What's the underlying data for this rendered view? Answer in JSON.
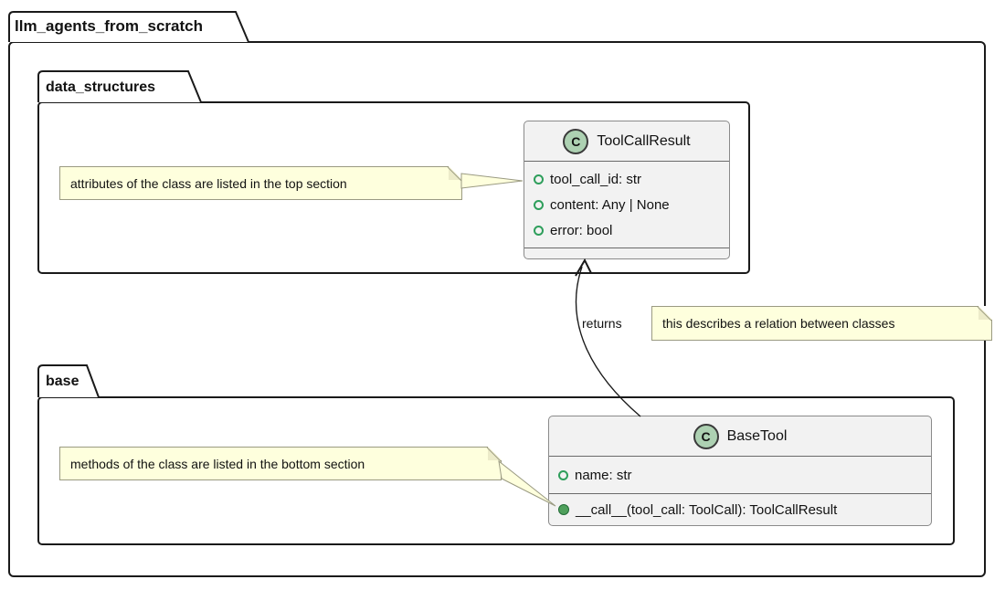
{
  "colors": {
    "package_border": "#1a1a1a",
    "class_border": "#8a8a8a",
    "class_fill": "#f2f2f2",
    "divider": "#6a6a6a",
    "badge_fill": "#add1b2",
    "badge_border": "#3a3a3a",
    "attr_dot": "#2e9e5b",
    "method_dot_fill": "#4fa05c",
    "method_dot_border": "#226b36",
    "note_fill": "#feffdd",
    "note_border": "#9a9a82",
    "note_fold": "#ecebc9",
    "line": "#1a1a1a",
    "text": "#121212"
  },
  "packages": {
    "root": {
      "label": "llm_agents_from_scratch"
    },
    "data_structures": {
      "label": "data_structures"
    },
    "base": {
      "label": "base"
    }
  },
  "classes": {
    "tool_call_result": {
      "badge": "C",
      "name": "ToolCallResult",
      "attributes": [
        "tool_call_id: str",
        "content: Any | None",
        "error: bool"
      ],
      "methods": []
    },
    "base_tool": {
      "badge": "C",
      "name": "BaseTool",
      "attributes": [
        "name: str"
      ],
      "methods": [
        "__call__(tool_call: ToolCall): ToolCallResult"
      ]
    }
  },
  "relation": {
    "label": "returns",
    "from": "BaseTool",
    "to": "ToolCallResult"
  },
  "notes": {
    "attributes_note": {
      "text": "attributes of the class are listed in the top section"
    },
    "relation_note": {
      "text": "this describes a relation between classes"
    },
    "methods_note": {
      "text": "methods of the class are listed in the bottom section"
    }
  }
}
